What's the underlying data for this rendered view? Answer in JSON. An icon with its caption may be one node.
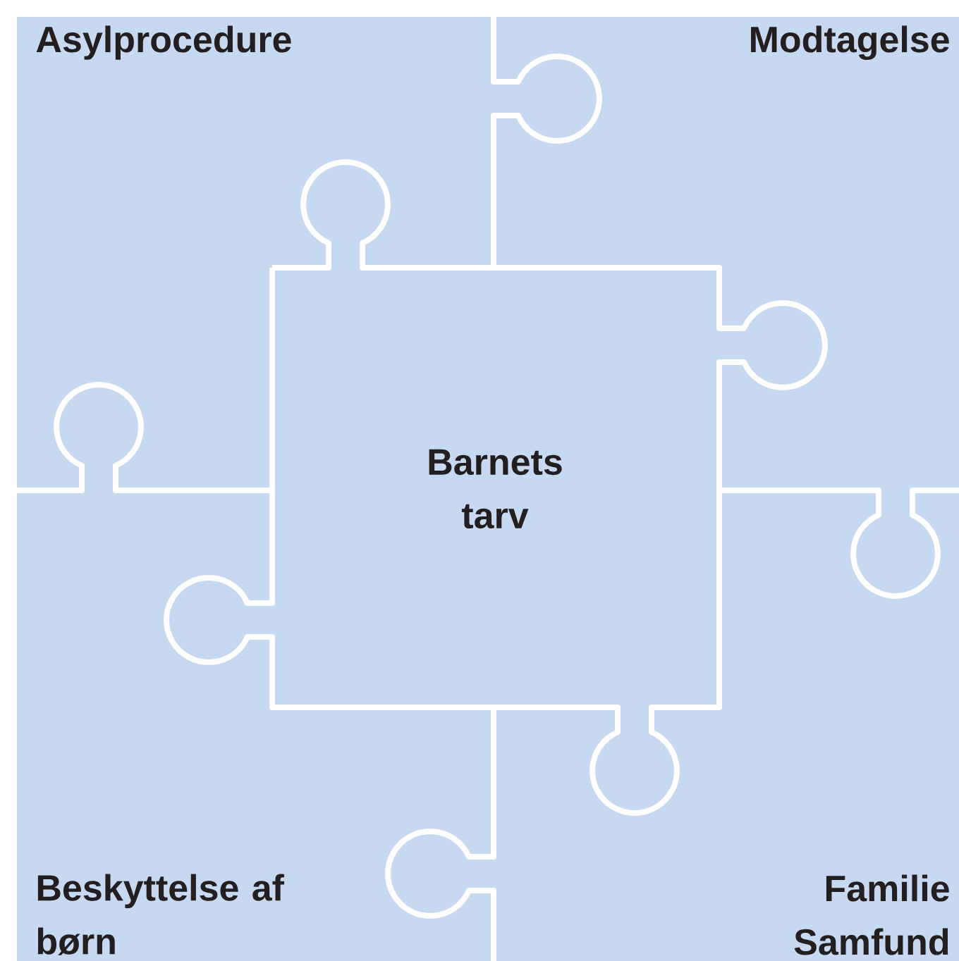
{
  "diagram": {
    "nodes": [
      {
        "text": [
          "Asylprocedure"
        ]
      },
      {
        "text": [
          "Modtagelse"
        ]
      },
      {
        "text": [
          "Barnets tarv"
        ]
      },
      {
        "text": [
          "Beskyttelse af børn"
        ]
      },
      {
        "text": [
          "Familie Samfund"
        ]
      }
    ]
  }
}
